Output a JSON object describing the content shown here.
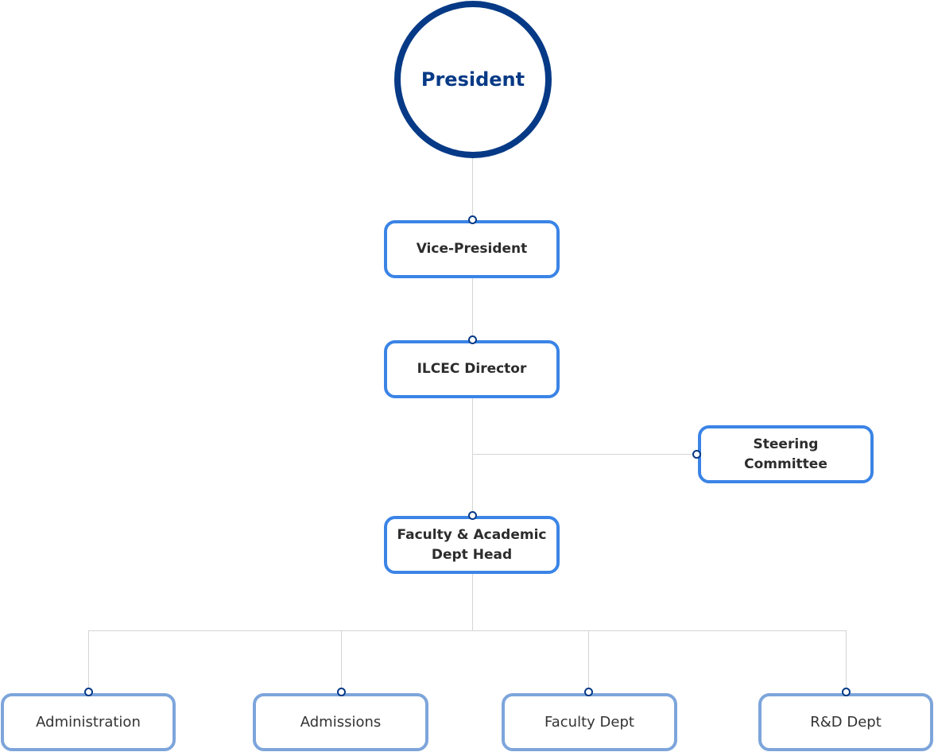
{
  "colors": {
    "primary": "#073a86",
    "box_border": "#3b84e6",
    "bottom_box_border": "#7da5db",
    "connector": "#d5d5d5"
  },
  "president": {
    "label": "President"
  },
  "vice_president": {
    "label": "Vice-President"
  },
  "director": {
    "label": "ILCEC Director"
  },
  "steering": {
    "line1": "Steering",
    "line2": "Committee"
  },
  "faculty_head": {
    "line1": "Faculty & Academic",
    "line2": "Dept Head"
  },
  "departments": [
    {
      "label": "Administration"
    },
    {
      "label": "Admissions"
    },
    {
      "label": "Faculty Dept"
    },
    {
      "label": "R&D Dept"
    }
  ]
}
